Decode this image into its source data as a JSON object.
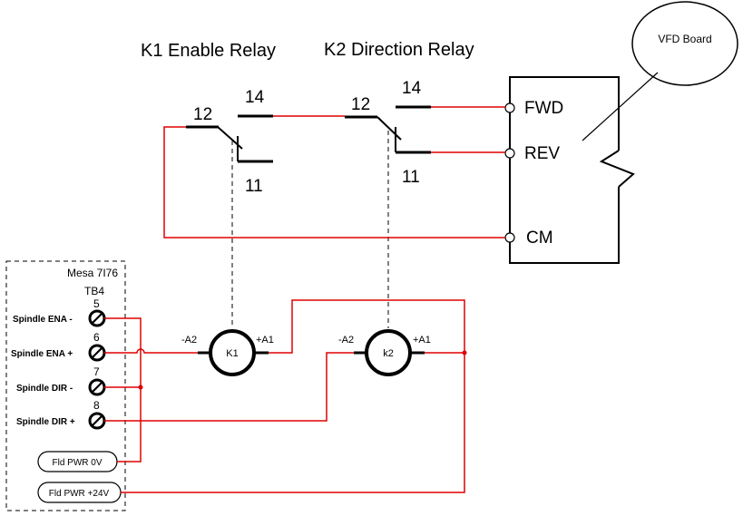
{
  "relays": {
    "k1_title": "K1 Enable Relay",
    "k2_title": "K2 Direction Relay",
    "k1_pins": {
      "common": "12",
      "no": "14",
      "nc": "11"
    },
    "k2_pins": {
      "common": "12",
      "no": "14",
      "nc": "11"
    }
  },
  "vfd": {
    "callout": "VFD Board",
    "fwd": "FWD",
    "rev": "REV",
    "cm": "CM"
  },
  "mesa": {
    "title": "Mesa 7I76",
    "block": "TB4",
    "terminals": [
      {
        "num": "5",
        "label": "Spindle ENA -"
      },
      {
        "num": "6",
        "label": "Spindle ENA +"
      },
      {
        "num": "7",
        "label": "Spindle DIR -"
      },
      {
        "num": "8",
        "label": "Spindle DIR +"
      }
    ],
    "fld_0v": "Fld PWR 0V",
    "fld_24v": "Fld PWR +24V"
  },
  "coils": {
    "k1": {
      "label": "K1",
      "minus": "-A2",
      "plus": "+A1"
    },
    "k2": {
      "label": "k2",
      "minus": "-A2",
      "plus": "+A1"
    }
  },
  "colors": {
    "wire": "#e00000",
    "line": "#000000"
  }
}
